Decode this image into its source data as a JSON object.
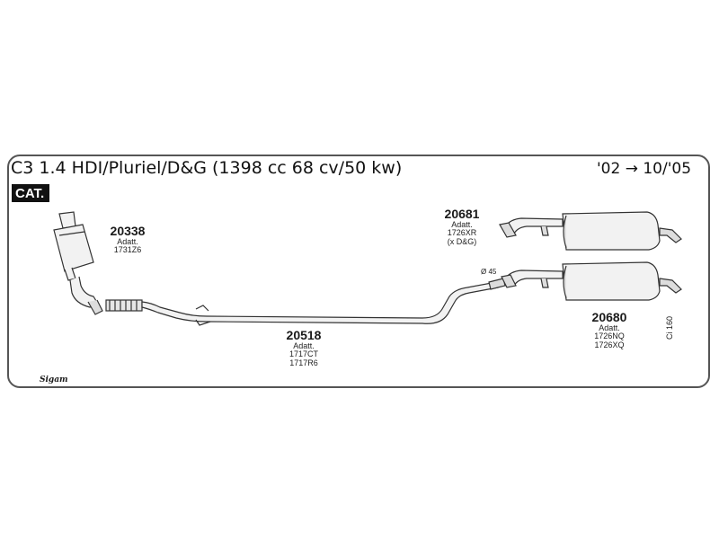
{
  "header": {
    "title": "C3 1.4 HDI/Pluriel/D&G (1398 cc 68 cv/50 kw)",
    "years": "'02 → 10/'05",
    "badge": "CAT."
  },
  "parts": [
    {
      "number": "20338",
      "lines": [
        "Adatt.",
        "1731Z6"
      ]
    },
    {
      "number": "20518",
      "lines": [
        "Adatt.",
        "1717CT",
        "1717R6"
      ]
    },
    {
      "number": "20681",
      "lines": [
        "Adatt.",
        "1726XR",
        "(x D&G)"
      ]
    },
    {
      "number": "20680",
      "lines": [
        "Adatt.",
        "1726NQ",
        "1726XQ"
      ]
    }
  ],
  "annotations": {
    "diameter": "Ø 45",
    "catalog_code": "Ci 160",
    "logo": "Sigam"
  },
  "colors": {
    "line": "#333333",
    "fill": "#f2f2f2",
    "shade": "#cccccc"
  }
}
